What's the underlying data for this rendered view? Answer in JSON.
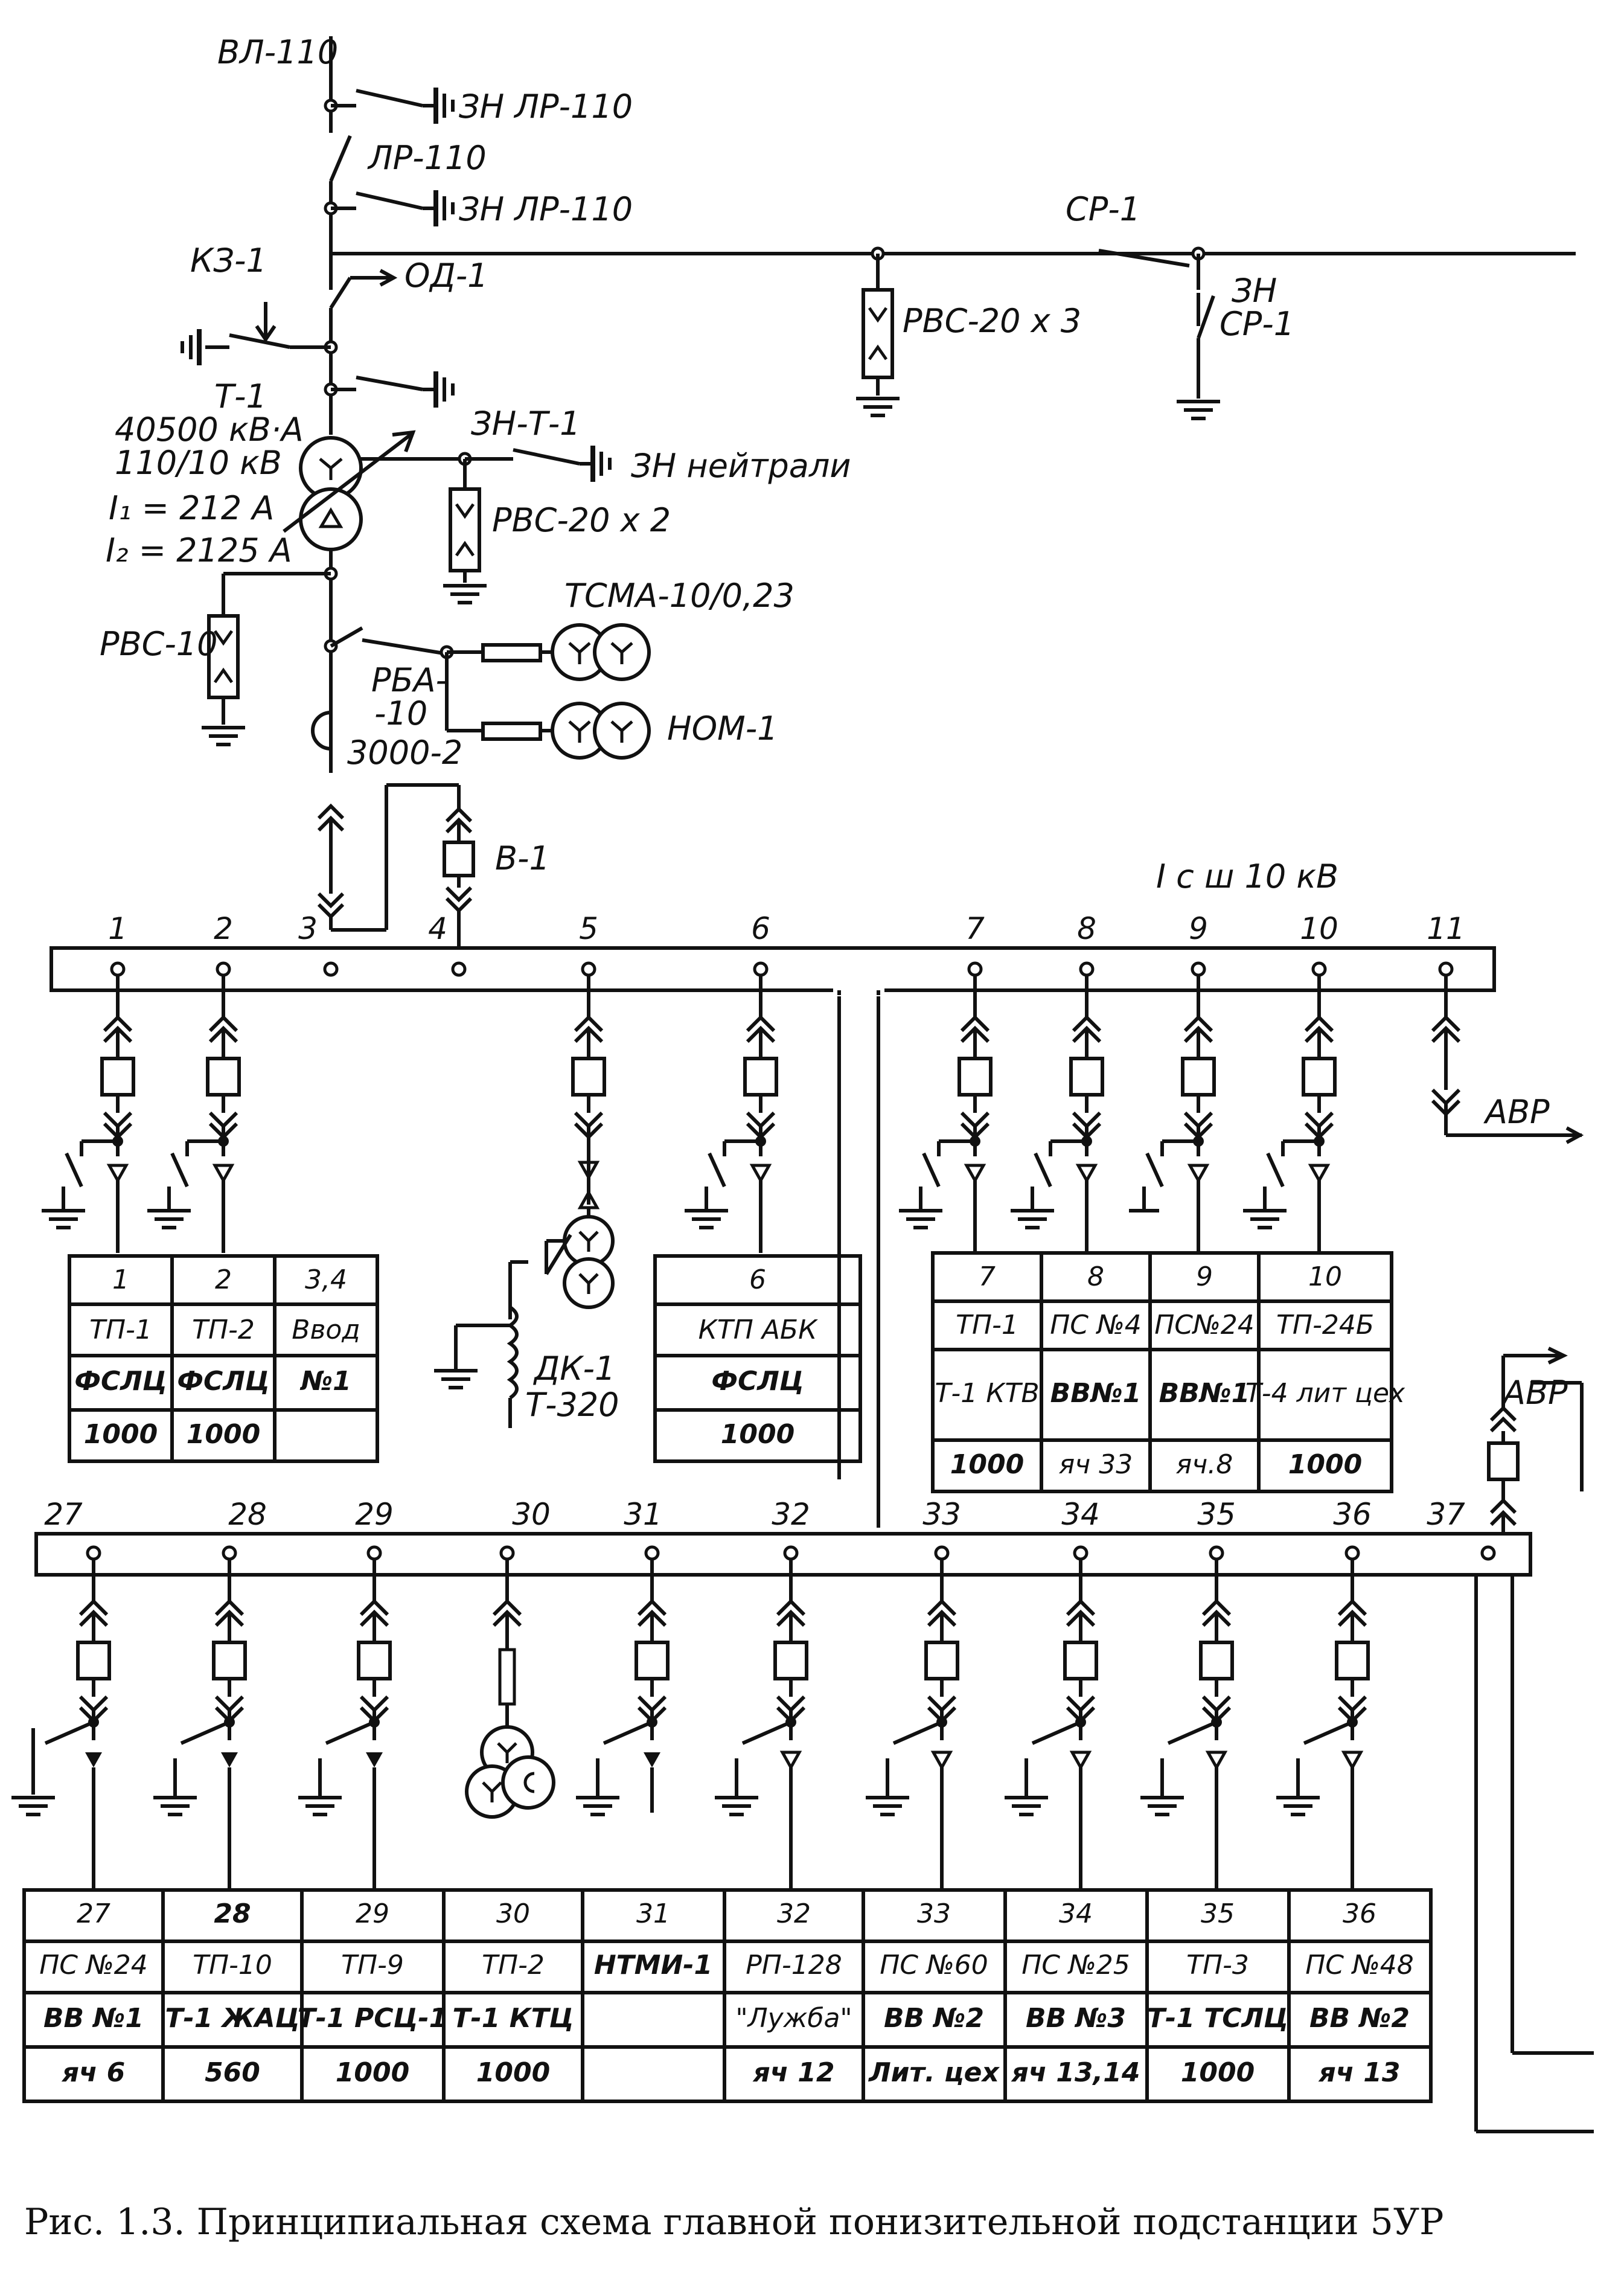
{
  "top_labels": {
    "vl110": "ВЛ-110",
    "zn_lr110_a": "ЗН ЛР-110",
    "lr110": "ЛР-110",
    "zn_lr110_b": "ЗН ЛР-110",
    "kz1": "КЗ-1",
    "od1": "ОД-1",
    "t1": "Т-1",
    "t1_power": "40500 кВ·А",
    "t1_voltage": "110/10 кВ",
    "t1_i1": "I₁ = 212 А",
    "t1_i2": "I₂ = 2125 А",
    "zn_t1": "ЗН-Т-1",
    "zn_neutral": "ЗН нейтрали",
    "rvs20x2": "РВС-20 х 2",
    "rvs20x3": "РВС-20 х 3",
    "sr1": "СР-1",
    "zn_sr1_a": "ЗН",
    "zn_sr1_b": "СР-1",
    "rvs10": "РВС-10",
    "tsma": "ТСМА-10/0,23",
    "nom1": "НОМ-1",
    "rba_a": "РБА-",
    "rba_b": "-10",
    "rba_c": "3000-2",
    "v1": "В-1",
    "bus_label": "I с ш  10 кВ",
    "avr_a": "АВР",
    "avr_b": "АВР",
    "dk1_a": "ДК-1",
    "dk1_b": "Т-320"
  },
  "upper_cells": [
    "1",
    "2",
    "3",
    "4",
    "5",
    "6",
    "7",
    "8",
    "9",
    "10",
    "11"
  ],
  "lower_cells": [
    "27",
    "28",
    "29",
    "30",
    "31",
    "32",
    "33",
    "34",
    "35",
    "36",
    "37"
  ],
  "table_left": [
    [
      "1",
      "2",
      "3,4"
    ],
    [
      "ТП-1",
      "ТП-2",
      "Ввод"
    ],
    [
      "ФСЛЦ",
      "ФСЛЦ",
      "№1"
    ],
    [
      "1000",
      "1000",
      ""
    ]
  ],
  "table_mid": [
    [
      "6"
    ],
    [
      "КТП АБК"
    ],
    [
      "ФСЛЦ"
    ],
    [
      "1000"
    ]
  ],
  "table_right": [
    [
      "7",
      "8",
      "9",
      "10"
    ],
    [
      "ТП-1",
      "ПС №4",
      "ПС№24",
      "ТП-24Б"
    ],
    [
      "Т-1 КТВ",
      "ВВ№1",
      "ВВ№1",
      "Т-4 лит цех"
    ],
    [
      "1000",
      "яч 33",
      "яч.8",
      "1000"
    ]
  ],
  "table_bottom": [
    [
      "27",
      "28",
      "29",
      "30",
      "31",
      "32",
      "33",
      "34",
      "35",
      "36"
    ],
    [
      "ПС №24",
      "ТП-10",
      "ТП-9",
      "ТП-2",
      "НТМИ-1",
      "РП-128",
      "ПС №60",
      "ПС №25",
      "ТП-3",
      "ПС №48"
    ],
    [
      "ВВ №1",
      "Т-1 ЖАЦ",
      "Т-1 РСЦ-1",
      "Т-1 КТЦ",
      "",
      "\"Лужба\"",
      "ВВ №2",
      "ВВ №3",
      "Т-1 ТСЛЦ",
      "ВВ №2"
    ],
    [
      "яч 6",
      "560",
      "1000",
      "1000",
      "",
      "яч 12",
      "Лит. цех",
      "яч 13,14",
      "1000",
      "яч 13"
    ]
  ],
  "caption": "Рис. 1.3. Принципиальная схема главной понизительной подстанции 5УР"
}
